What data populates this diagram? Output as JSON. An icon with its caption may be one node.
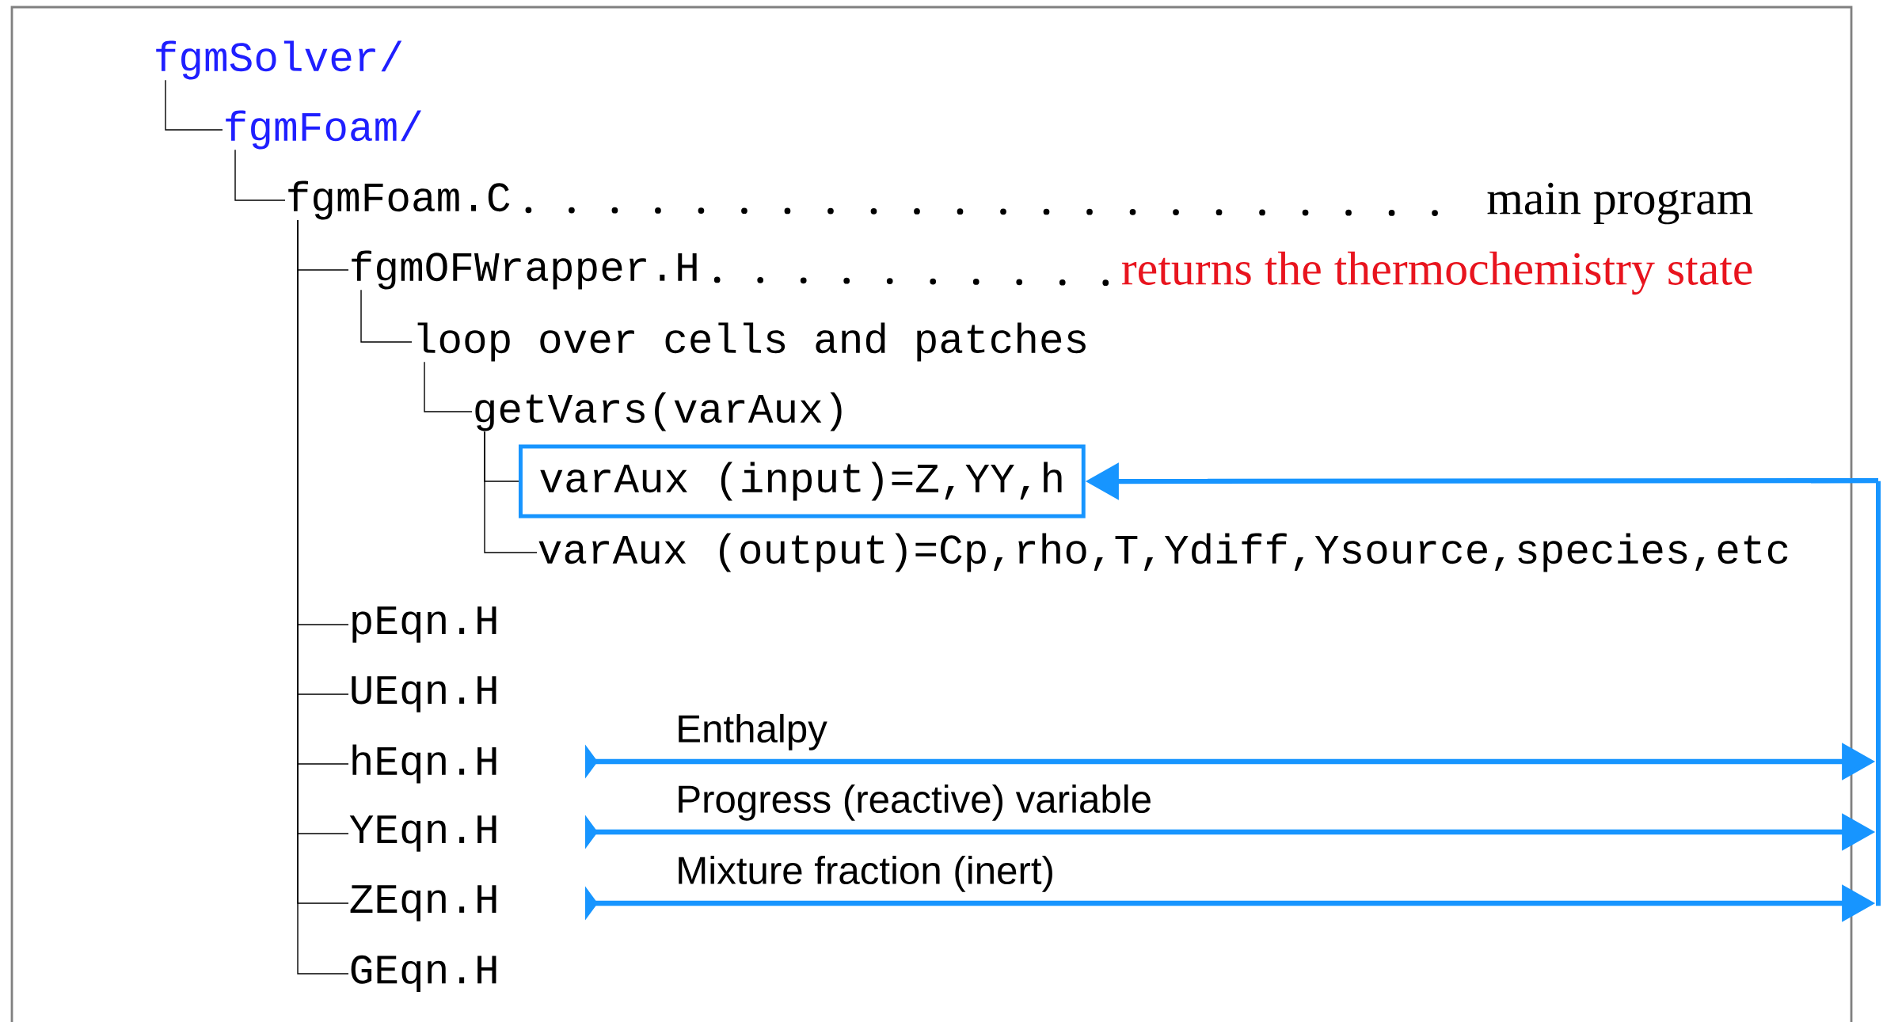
{
  "diagram": {
    "nodes": [
      {
        "text": [
          "fgmSolver/"
        ]
      },
      {
        "text": [
          "fgmFoam/"
        ]
      },
      {
        "text": [
          "fgmFoam.C"
        ]
      },
      {
        "text": [
          "main program"
        ]
      },
      {
        "text": [
          "fgmOFWrapper.H"
        ]
      },
      {
        "text": [
          "returns the thermochemistry state"
        ]
      },
      {
        "text": [
          "loop over cells and patches"
        ]
      },
      {
        "text": [
          "getVars(varAux)"
        ]
      },
      {
        "text": [
          "varAux (input)=Z,YY,h"
        ]
      },
      {
        "text": [
          "varAux (output)=Cp,rho,T,Ydiff,Ysource,species,etc"
        ]
      },
      {
        "text": [
          "pEqn.H"
        ]
      },
      {
        "text": [
          "UEqn.H"
        ]
      },
      {
        "text": [
          "hEqn.H"
        ]
      },
      {
        "text": [
          "YEqn.H"
        ]
      },
      {
        "text": [
          "ZEqn.H"
        ]
      },
      {
        "text": [
          "GEqn.H"
        ]
      },
      {
        "text": [],
        "shape": "bar"
      }
    ],
    "edges": [
      {
        "from": 0,
        "to": 1,
        "arrow": "none"
      },
      {
        "from": 1,
        "to": 2,
        "arrow": "none"
      },
      {
        "from": 2,
        "to": 4,
        "arrow": "none"
      },
      {
        "from": 4,
        "to": 6,
        "arrow": "none"
      },
      {
        "from": 6,
        "to": 7,
        "arrow": "none"
      },
      {
        "from": 7,
        "to": 8,
        "arrow": "none"
      },
      {
        "from": 7,
        "to": 9,
        "arrow": "none"
      },
      {
        "from": 2,
        "to": 10,
        "arrow": "none"
      },
      {
        "from": 2,
        "to": 11,
        "arrow": "none"
      },
      {
        "from": 2,
        "to": 12,
        "arrow": "none"
      },
      {
        "from": 2,
        "to": 13,
        "arrow": "none"
      },
      {
        "from": 2,
        "to": 14,
        "arrow": "none"
      },
      {
        "from": 2,
        "to": 15,
        "arrow": "none"
      },
      {
        "from": 2,
        "to": 3,
        "arrow": "none",
        "style": "dashed"
      },
      {
        "from": 4,
        "to": 5,
        "arrow": "none",
        "style": "dashed"
      },
      {
        "from": null,
        "to": 16,
        "arrow": "to",
        "label": "Enthalpy",
        "style": "thick",
        "color": "#1795ff"
      },
      {
        "from": null,
        "to": 16,
        "arrow": "to",
        "label": "Progress (reactive) variable",
        "style": "thick",
        "color": "#1795ff"
      },
      {
        "from": null,
        "to": 16,
        "arrow": "to",
        "label": "Mixture fraction (inert)",
        "style": "thick",
        "color": "#1795ff"
      },
      {
        "from": 16,
        "to": 8,
        "arrow": "to",
        "style": "thick",
        "color": "#1795ff"
      }
    ]
  }
}
